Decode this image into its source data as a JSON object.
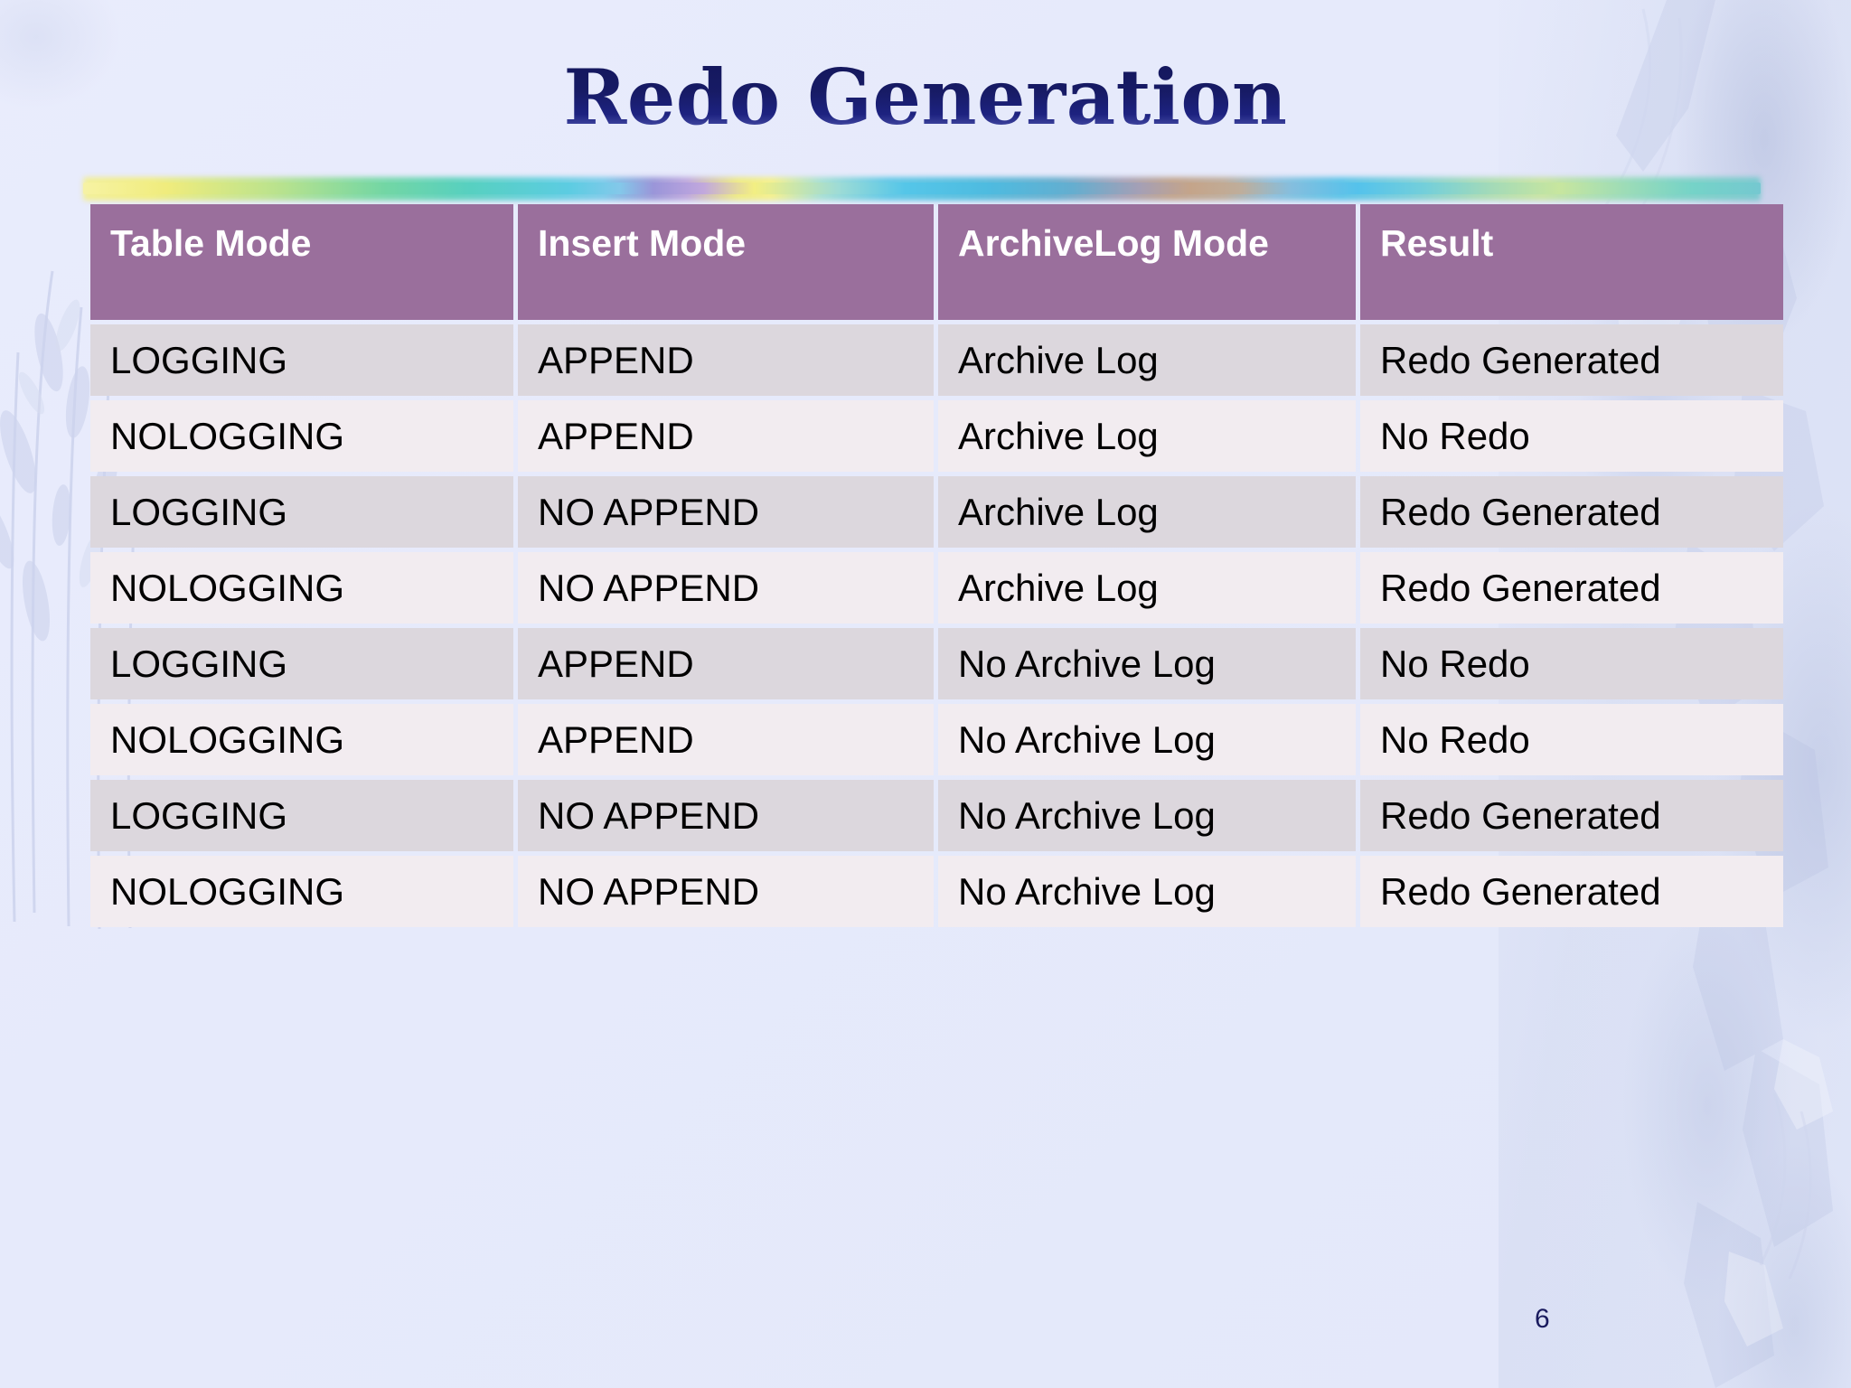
{
  "slide": {
    "title": "Redo Generation",
    "number": "6",
    "accent_color": "#9a6f9c",
    "title_color": "#14175c",
    "background_color": "#e7eafb",
    "row_odd_color": "#dcd7dd",
    "row_even_color": "#f2ecf0"
  },
  "table": {
    "headers": [
      "Table Mode",
      "Insert Mode",
      "ArchiveLog Mode",
      "Result"
    ],
    "rows": [
      [
        "LOGGING",
        "APPEND",
        "Archive Log",
        "Redo Generated"
      ],
      [
        "NOLOGGING",
        "APPEND",
        "Archive Log",
        "No Redo"
      ],
      [
        "LOGGING",
        "NO APPEND",
        "Archive Log",
        "Redo Generated"
      ],
      [
        "NOLOGGING",
        "NO APPEND",
        "Archive Log",
        "Redo Generated"
      ],
      [
        "LOGGING",
        "APPEND",
        "No Archive Log",
        "No Redo"
      ],
      [
        "NOLOGGING",
        "APPEND",
        "No Archive Log",
        "No Redo"
      ],
      [
        "LOGGING",
        "NO APPEND",
        "No Archive Log",
        "Redo Generated"
      ],
      [
        "NOLOGGING",
        "NO APPEND",
        "No Archive Log",
        "Redo Generated"
      ]
    ]
  }
}
